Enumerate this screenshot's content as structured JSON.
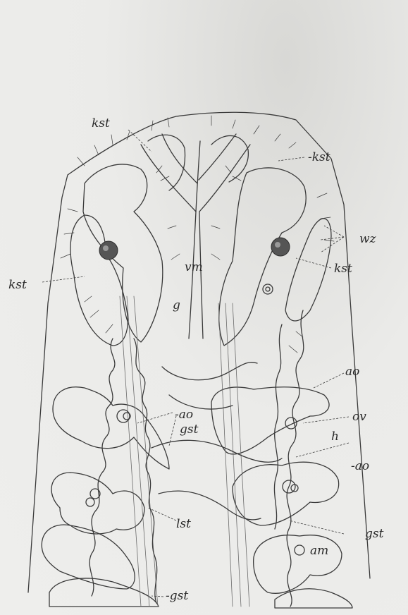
{
  "labels": {
    "kst_top": "kst",
    "kst_top_right": "-kst",
    "wz": "wz",
    "kst_left": "kst",
    "vm": "vm",
    "kst_right": "kst",
    "g": "g",
    "ao_right_top": "ao",
    "ao_center": "-ao",
    "gst_center": "gst",
    "ov": "ov",
    "h": "h",
    "ao_right_mid": "-ao",
    "lst": "lst",
    "gst_right": "gst",
    "am": "am",
    "gst_bottom": "-gst"
  },
  "colors": {
    "ink": "#3a3a3a",
    "paper": "#ebebe9",
    "eye": "#555555"
  }
}
